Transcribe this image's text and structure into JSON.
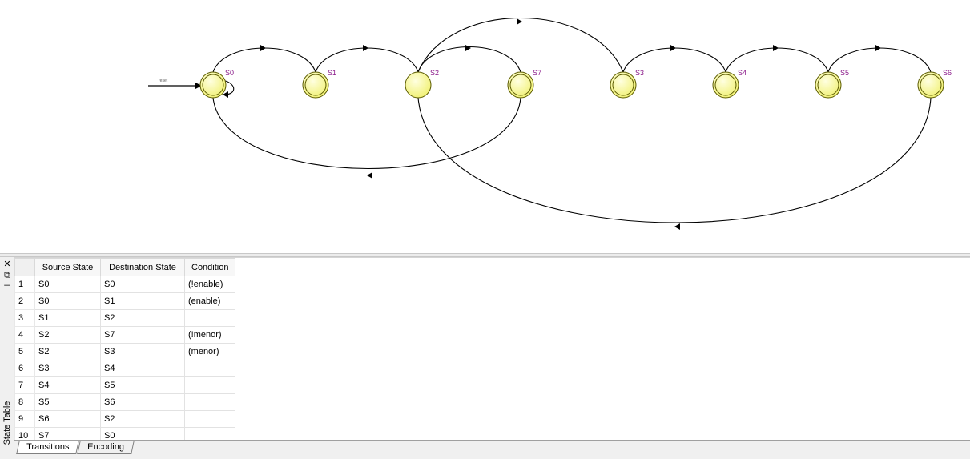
{
  "diagram": {
    "reset_label": "reset",
    "states": [
      {
        "name": "S0"
      },
      {
        "name": "S1"
      },
      {
        "name": "S2"
      },
      {
        "name": "S7"
      },
      {
        "name": "S3"
      },
      {
        "name": "S4"
      },
      {
        "name": "S5"
      },
      {
        "name": "S6"
      }
    ],
    "colors": {
      "state_fill": "#ffff99",
      "state_stroke": "#5a5a00",
      "edge": "#000000",
      "label": "#8a1a8a"
    }
  },
  "panel": {
    "title": "State Table",
    "columns": {
      "index": "",
      "source": "Source State",
      "destination": "Destination State",
      "condition": "Condition"
    },
    "rows": [
      {
        "num": "1",
        "source": "S0",
        "destination": "S0",
        "condition": "(!enable)"
      },
      {
        "num": "2",
        "source": "S0",
        "destination": "S1",
        "condition": "(enable)"
      },
      {
        "num": "3",
        "source": "S1",
        "destination": "S2",
        "condition": ""
      },
      {
        "num": "4",
        "source": "S2",
        "destination": "S7",
        "condition": "(!menor)"
      },
      {
        "num": "5",
        "source": "S2",
        "destination": "S3",
        "condition": "(menor)"
      },
      {
        "num": "6",
        "source": "S3",
        "destination": "S4",
        "condition": ""
      },
      {
        "num": "7",
        "source": "S4",
        "destination": "S5",
        "condition": ""
      },
      {
        "num": "8",
        "source": "S5",
        "destination": "S6",
        "condition": ""
      },
      {
        "num": "9",
        "source": "S6",
        "destination": "S2",
        "condition": ""
      },
      {
        "num": "10",
        "source": "S7",
        "destination": "S0",
        "condition": ""
      }
    ],
    "tabs": [
      {
        "label": "Transitions",
        "active": true
      },
      {
        "label": "Encoding",
        "active": false
      }
    ],
    "controls": {
      "close": "✕",
      "float": "⧉",
      "pin": "⊣"
    }
  }
}
